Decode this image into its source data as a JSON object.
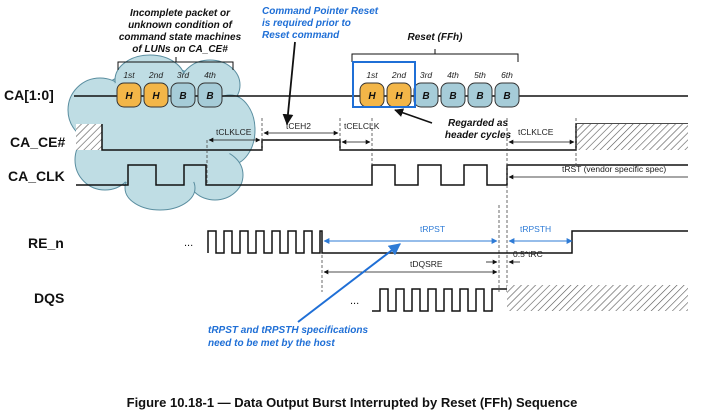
{
  "signals": {
    "ca": "CA[1:0]",
    "ca_ce": "CA_CE#",
    "ca_clk": "CA_CLK",
    "re_n": "RE_n",
    "dqs": "DQS"
  },
  "notes": {
    "incomplete": [
      "Incomplete packet or",
      "unknown condition of",
      "command state machines",
      "of LUNs on CA_CE#"
    ],
    "cmd_pointer": [
      "Command Pointer Reset",
      "is required prior to",
      "Reset command"
    ],
    "reset_ffh": "Reset (FFh)",
    "header": [
      "Regarded as",
      "header cycles"
    ],
    "trpst_note": [
      "tRPST and tRPSTH specifications",
      "need to be met by the host"
    ]
  },
  "packet_left": {
    "ordinals": [
      "1st",
      "2nd",
      "3rd",
      "4th"
    ],
    "letters": [
      "H",
      "H",
      "B",
      "B"
    ]
  },
  "packet_right": {
    "ordinals": [
      "1st",
      "2nd",
      "3rd",
      "4th",
      "5th",
      "6th"
    ],
    "letters": [
      "H",
      "H",
      "B",
      "B",
      "B",
      "B"
    ]
  },
  "timing": {
    "tclklce_left": "tCLKLCE",
    "tceh2": "tCEH2",
    "tcelclk": "tCELCLK",
    "tclklce_right": "tCLKLCE",
    "trst": "tRST (vendor specific spec)",
    "trpst": "tRPST",
    "trpsth": "tRPSTH",
    "tdqsre": "tDQSRE",
    "half_trc": "0.5*tRC"
  },
  "ellipsis": "...",
  "caption": "Figure 10.18-1 — Data Output Burst Interrupted by Reset (FFh) Sequence",
  "colors": {
    "header_pill": "#f3b648",
    "body_pill": "#a6ccd8",
    "cloud": "#bfdde4",
    "highlight": "#1f6fd6",
    "annotation": "#2e7bd6"
  }
}
